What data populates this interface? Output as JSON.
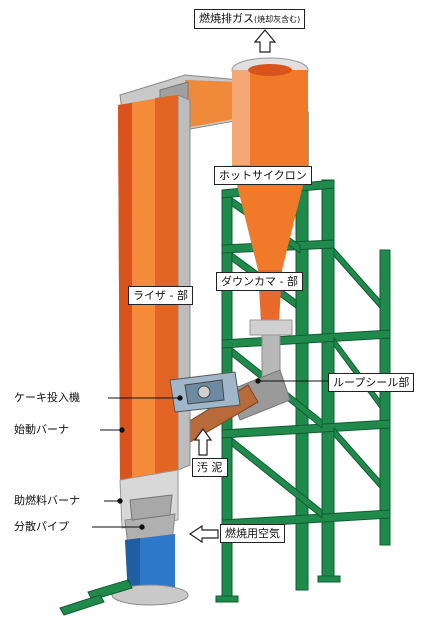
{
  "labels": {
    "exhaust": {
      "main": "燃焼排ガス",
      "note": "(焼却灰含む)"
    },
    "hot_cyclone": "ホットサイクロン",
    "riser": "ライザ - 部",
    "downcomer": "ダウンカマ - 部",
    "loop_seal": "ループシール部",
    "cake_feeder": "ケーキ投入機",
    "startup_burner": "始動バーナ",
    "aux_fuel_burner": "助燃料バーナ",
    "dispersion_pipe": "分散パイプ",
    "sludge": "汚 泥",
    "combustion_air": "燃焼用空気"
  },
  "colors": {
    "steel_frame": "#1f8a4c",
    "riser_orange": "#f07a2a",
    "riser_dark": "#d9531c",
    "refractory": "#d8d8d8",
    "lower_blue": "#2d78c8"
  }
}
